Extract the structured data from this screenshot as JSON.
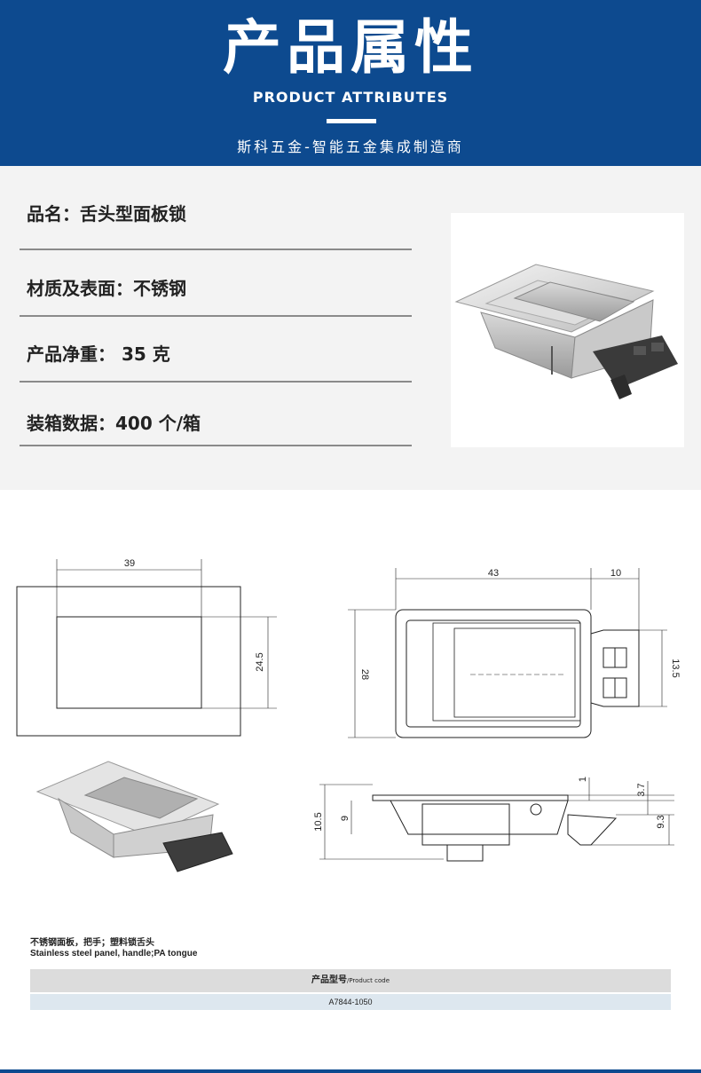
{
  "header": {
    "title": "产品属性",
    "subtitle": "PRODUCT ATTRIBUTES",
    "tagline": "斯科五金-智能五金集成制造商"
  },
  "attributes": [
    "品名：舌头型面板锁",
    "材质及表面：不锈钢",
    "产品净重： 35 克",
    "装箱数据：400 个/箱"
  ],
  "dimensions": {
    "front_width": "39",
    "front_height": "24.5",
    "side_length": "43",
    "side_tongue": "10",
    "side_height": "28",
    "side_tongue_height": "13.5",
    "profile_flange": "1",
    "profile_top": "3.7",
    "profile_tongue": "9.3",
    "profile_total": "10.5",
    "profile_body": "9"
  },
  "note": {
    "cn": "不锈钢面板，把手；塑料锁舌头",
    "en": "Stainless steel panel, handle;PA tongue"
  },
  "table": {
    "header_cn": "产品型号",
    "header_en": "/Product code",
    "model": "A7844-1050"
  },
  "colors": {
    "brand": "#0d4a8f",
    "section_bg": "#f3f3f3",
    "table_header": "#dcdcdc",
    "table_row": "#dde7ef"
  }
}
